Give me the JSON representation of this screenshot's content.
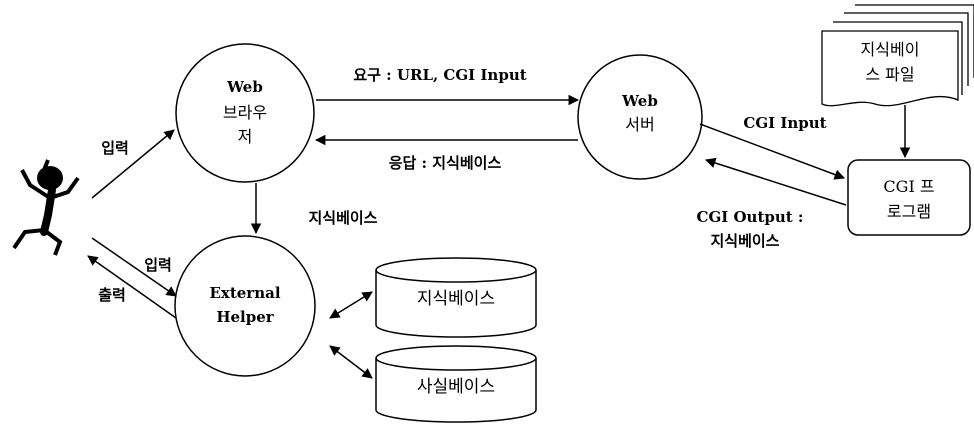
{
  "nodes": {
    "browser": {
      "line1": "Web",
      "line2": "브라우",
      "line3": "저"
    },
    "server": {
      "line1": "Web",
      "line2": "서버"
    },
    "helper": {
      "line1": "External",
      "line2": "Helper"
    },
    "kb_file": {
      "line1": "지식베이",
      "line2": "스 파일"
    },
    "cgi_program": {
      "line1": "CGI 프",
      "line2": "로그램"
    },
    "kb_db": {
      "label": "지식베이스"
    },
    "fact_db": {
      "label": "사실베이스"
    }
  },
  "edges": {
    "request": "요구 : URL, CGI Input",
    "response": "응답 :  지식베이스",
    "cgi_input": "CGI Input",
    "cgi_output_line1": "CGI Output :",
    "cgi_output_line2": "지식베이스",
    "browser_to_helper": "지식베이스",
    "user_to_browser": "입력",
    "user_to_helper": "입력",
    "helper_to_user": "출력"
  },
  "icons": {
    "user": "stick-figure-user-icon"
  }
}
